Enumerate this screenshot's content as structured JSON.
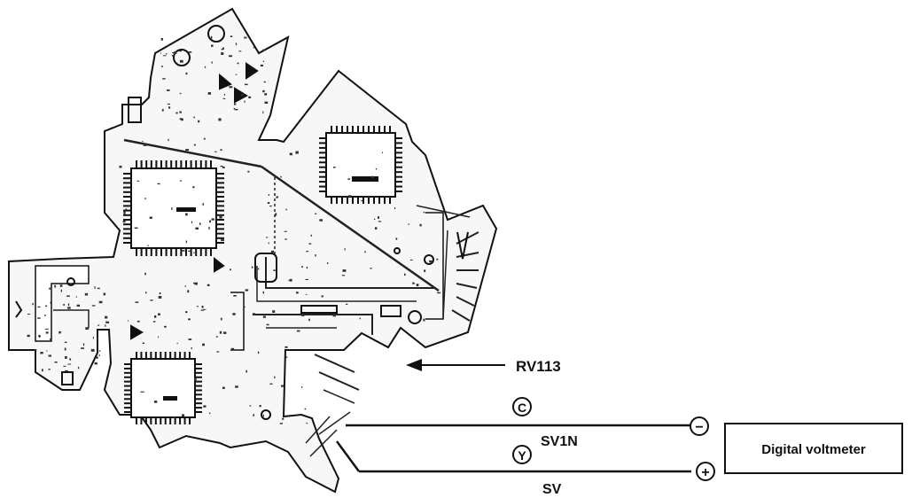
{
  "labels": {
    "rv_label": "RV113",
    "c_marker": "C",
    "y_marker": "Y",
    "sv1n_label": "SV1N",
    "sv_label": "SV",
    "minus_sign": "−",
    "plus_sign": "+",
    "voltmeter_label": "Digital voltmeter"
  },
  "colors": {
    "ink": "#111111",
    "paper": "#ffffff"
  }
}
